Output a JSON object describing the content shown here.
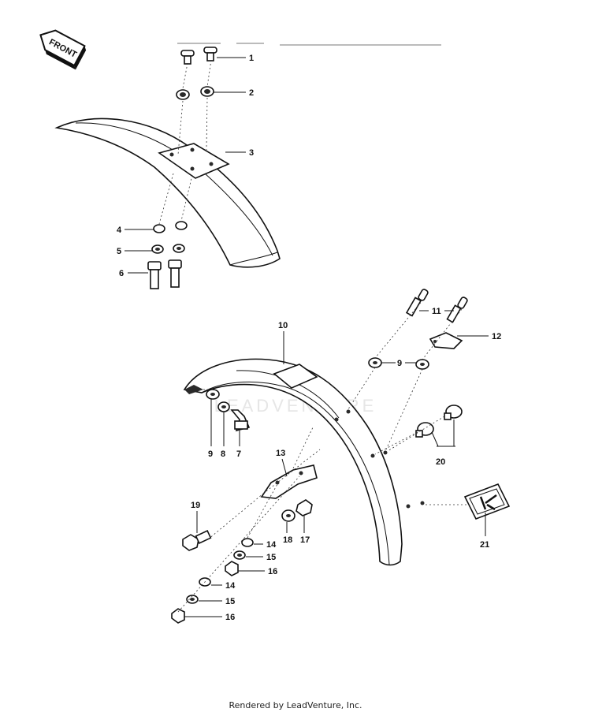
{
  "front_label": "FRONT",
  "watermark": "LEADVENTURE",
  "footer": "Rendered by LeadVenture, Inc.",
  "callouts": [
    "1",
    "2",
    "3",
    "4",
    "5",
    "6",
    "7",
    "8",
    "9",
    "9",
    "10",
    "11",
    "12",
    "13",
    "14",
    "14",
    "15",
    "15",
    "16",
    "16",
    "17",
    "18",
    "19",
    "20",
    "21"
  ]
}
